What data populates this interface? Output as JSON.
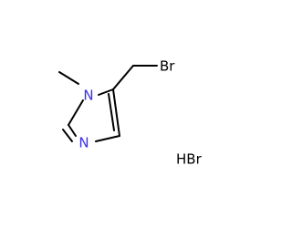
{
  "molecule": {
    "atoms": {
      "n1": "N",
      "n3": "N",
      "br": "Br"
    },
    "counterion": "HBr",
    "colors": {
      "bond": "#000000",
      "nitrogen": "#3a2ee8",
      "bromine": "#000000"
    }
  }
}
